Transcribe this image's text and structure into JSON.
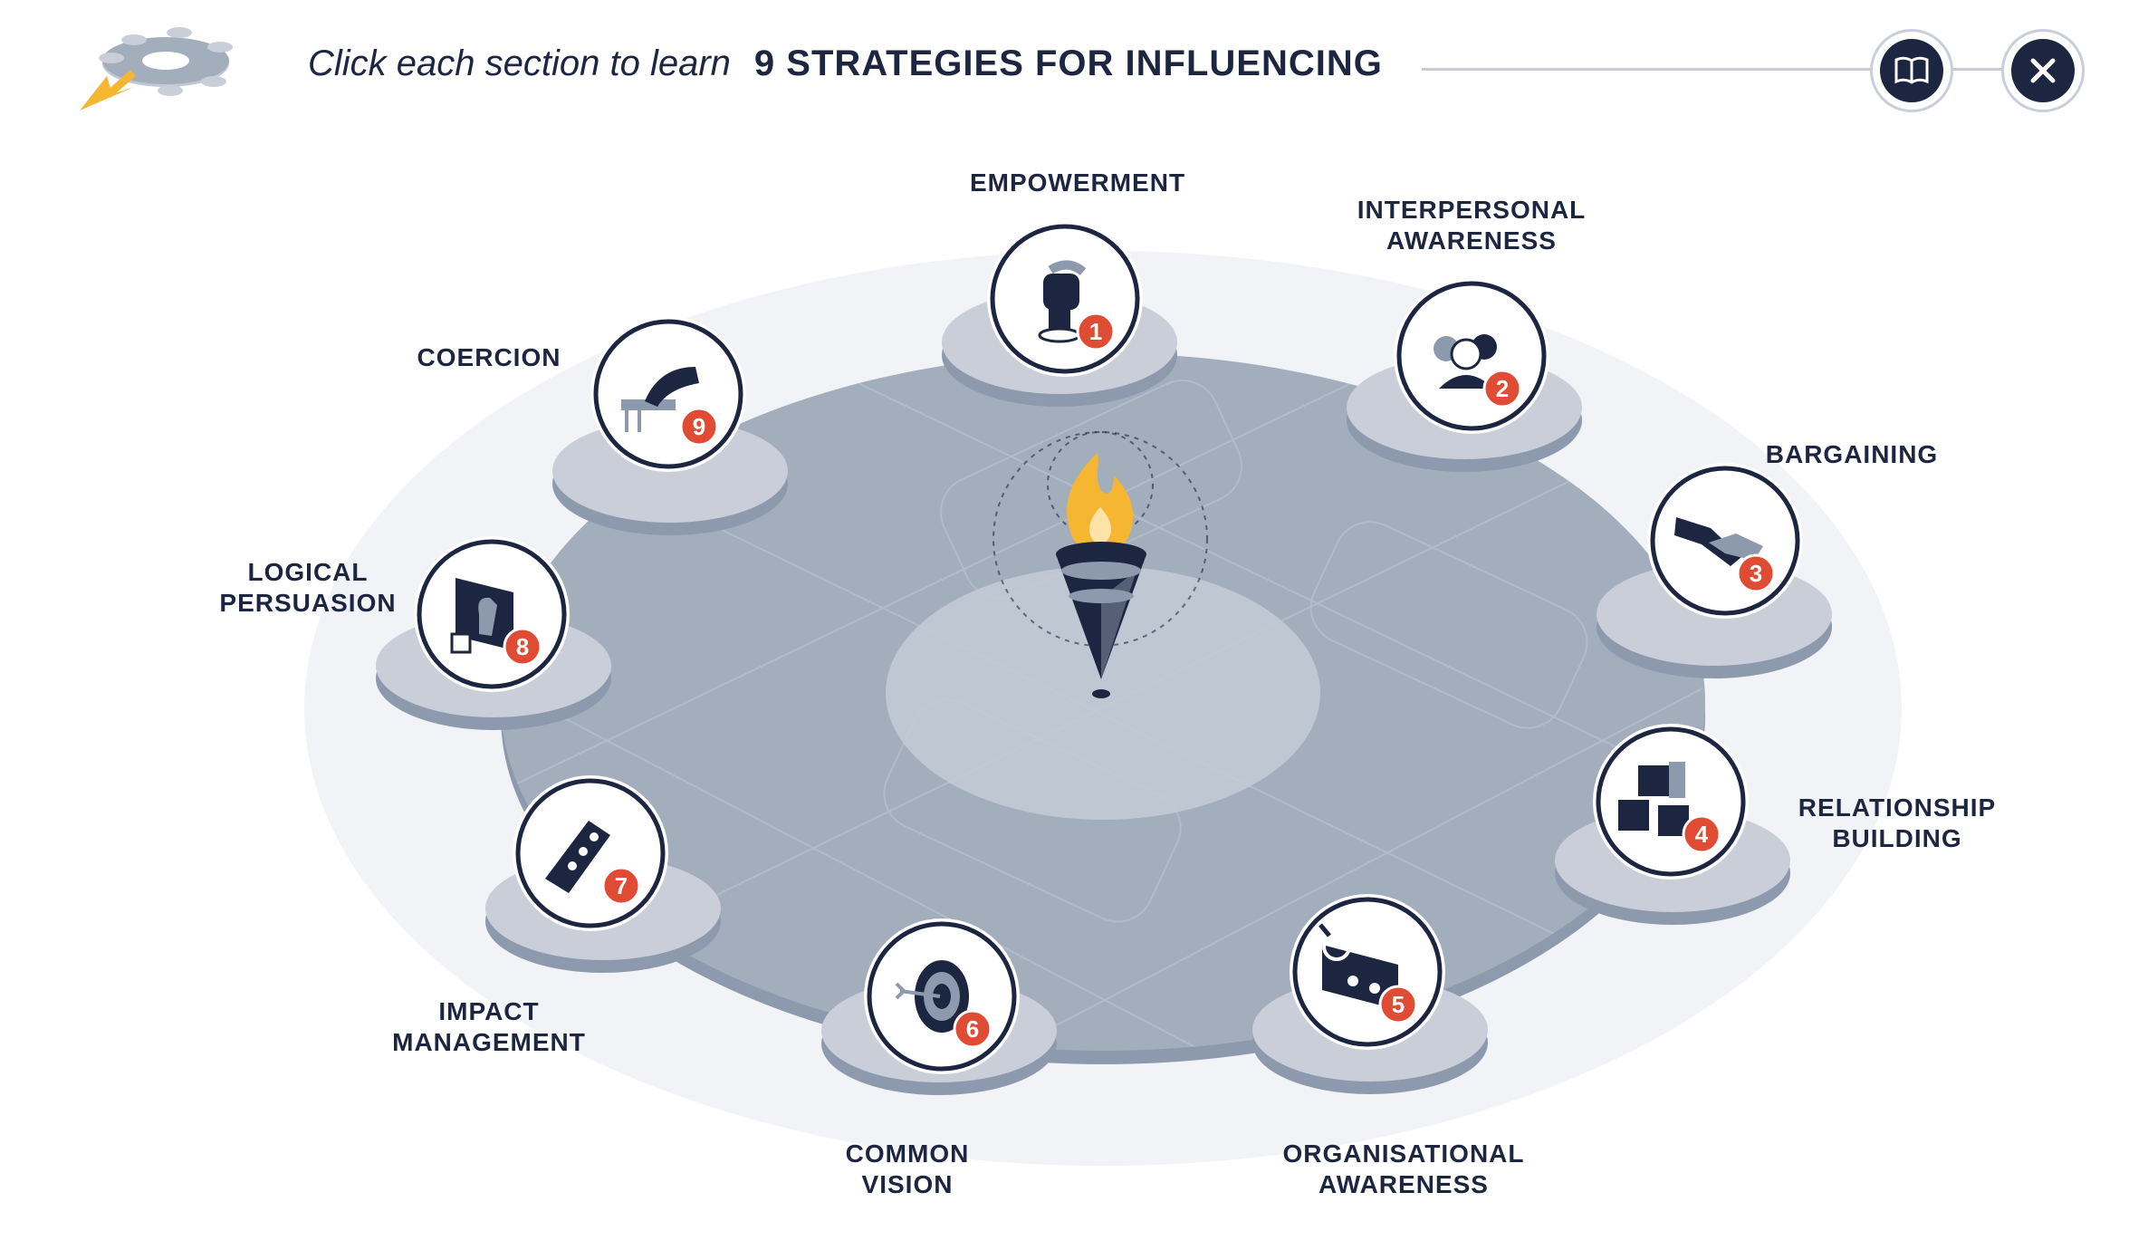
{
  "header": {
    "prompt": "Click each section to learn",
    "title": "9 STRATEGIES FOR INFLUENCING",
    "logo_icon": "hub-click-icon",
    "resources_icon": "book-icon",
    "close_icon": "close-icon"
  },
  "colors": {
    "navy": "#1c2640",
    "badge": "#e04b34",
    "flame": "#f5b731",
    "platform": "#a3aebd",
    "pod": "#c9ced8"
  },
  "strategies": [
    {
      "number": "1",
      "label": "EMPOWERMENT",
      "icon": "fist-icon"
    },
    {
      "number": "2",
      "label": "INTERPERSONAL\nAWARENESS",
      "icon": "people-icon"
    },
    {
      "number": "3",
      "label": "BARGAINING",
      "icon": "handshake-icon"
    },
    {
      "number": "4",
      "label": "RELATIONSHIP\nBUILDING",
      "icon": "building-blocks-icon"
    },
    {
      "number": "5",
      "label": "ORGANISATIONAL\nAWARENESS",
      "icon": "org-chart-icon"
    },
    {
      "number": "6",
      "label": "COMMON\nVISION",
      "icon": "target-icon"
    },
    {
      "number": "7",
      "label": "IMPACT\nMANAGEMENT",
      "icon": "domino-icon"
    },
    {
      "number": "8",
      "label": "LOGICAL\nPERSUASION",
      "icon": "chess-icon"
    },
    {
      "number": "9",
      "label": "COERCION",
      "icon": "pushing-hand-icon"
    }
  ],
  "center_icon": "torch-icon"
}
